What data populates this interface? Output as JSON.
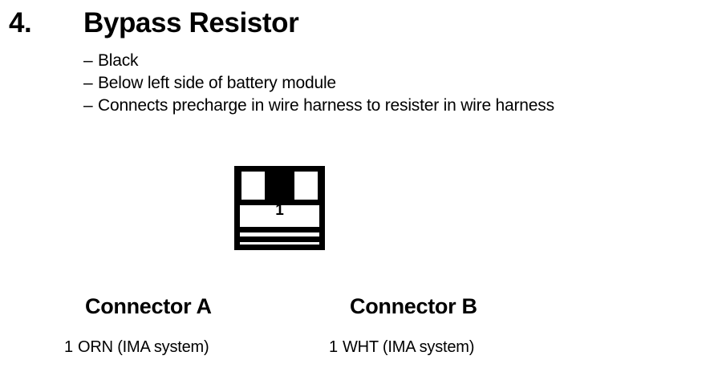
{
  "heading": {
    "number": "4.",
    "title": "Bypass Resistor"
  },
  "bullets": [
    {
      "dash": "–",
      "text": "Black"
    },
    {
      "dash": "–",
      "text": "Below left side of battery module"
    },
    {
      "dash": "–",
      "text": "Connects precharge in wire harness to resister in wire harness"
    }
  ],
  "connector_figure": {
    "pin_label": "1",
    "icon_name": "connector-housing-icon"
  },
  "connectors": [
    {
      "title": "Connector A",
      "pins": [
        {
          "number": "1",
          "description": "ORN (IMA system)"
        }
      ]
    },
    {
      "title": "Connector B",
      "pins": [
        {
          "number": "1",
          "description": "WHT (IMA system)"
        }
      ]
    }
  ],
  "colors": {
    "ink": "#000000",
    "page": "#ffffff"
  }
}
